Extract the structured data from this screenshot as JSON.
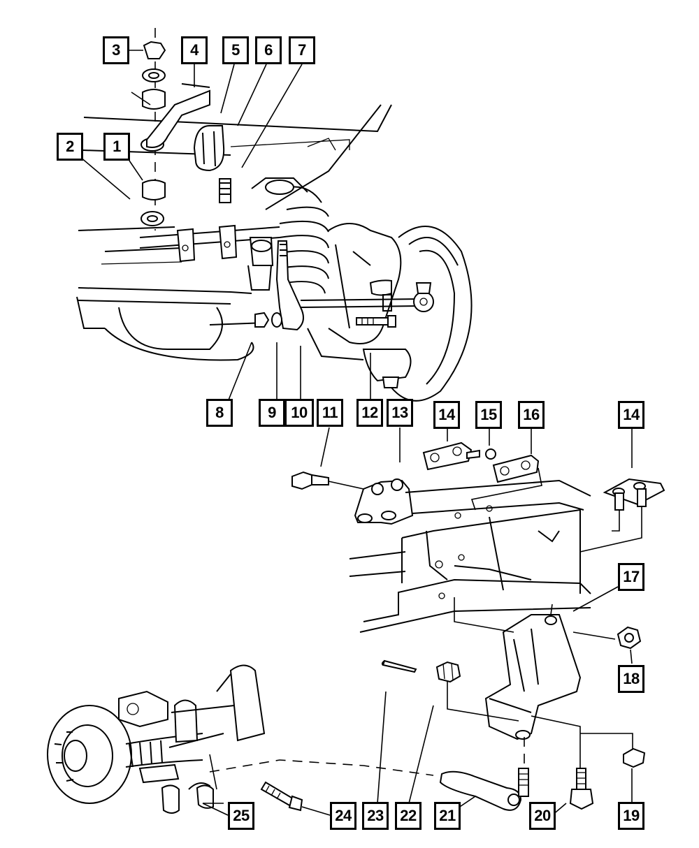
{
  "callouts": [
    {
      "id": "c1",
      "label": "1"
    },
    {
      "id": "c2",
      "label": "2"
    },
    {
      "id": "c3",
      "label": "3"
    },
    {
      "id": "c4",
      "label": "4"
    },
    {
      "id": "c5",
      "label": "5"
    },
    {
      "id": "c6",
      "label": "6"
    },
    {
      "id": "c7",
      "label": "7"
    },
    {
      "id": "c8",
      "label": "8"
    },
    {
      "id": "c9",
      "label": "9"
    },
    {
      "id": "c10",
      "label": "10"
    },
    {
      "id": "c11",
      "label": "11"
    },
    {
      "id": "c12",
      "label": "12"
    },
    {
      "id": "c13",
      "label": "13"
    },
    {
      "id": "c14a",
      "label": "14"
    },
    {
      "id": "c15",
      "label": "15"
    },
    {
      "id": "c16",
      "label": "16"
    },
    {
      "id": "c14b",
      "label": "14"
    },
    {
      "id": "c17",
      "label": "17"
    },
    {
      "id": "c18",
      "label": "18"
    },
    {
      "id": "c19",
      "label": "19"
    },
    {
      "id": "c20",
      "label": "20"
    },
    {
      "id": "c21",
      "label": "21"
    },
    {
      "id": "c22",
      "label": "22"
    },
    {
      "id": "c23",
      "label": "23"
    },
    {
      "id": "c24",
      "label": "24"
    },
    {
      "id": "c25",
      "label": "25"
    }
  ]
}
